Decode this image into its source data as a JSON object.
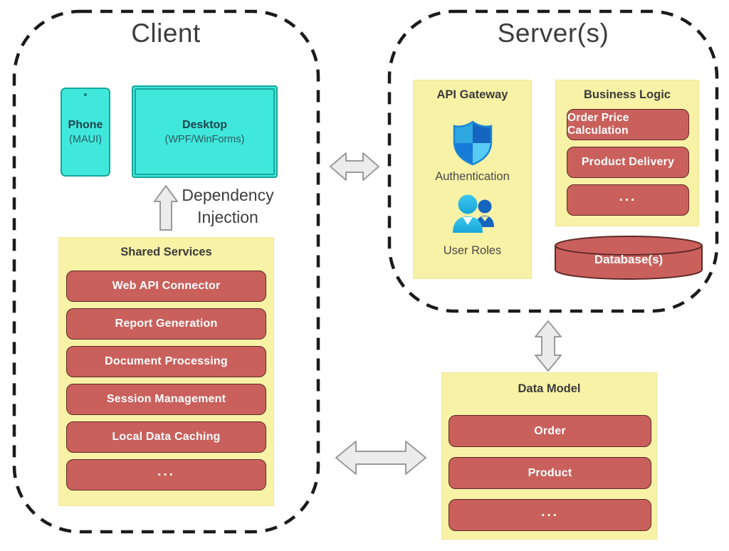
{
  "client": {
    "title": "Client",
    "phone": {
      "label": "Phone",
      "sublabel": "(MAUI)"
    },
    "desktop": {
      "label": "Desktop",
      "sublabel": "(WPF/WinForms)"
    },
    "dependency_injection": {
      "line1": "Dependency",
      "line2": "Injection"
    },
    "shared_services": {
      "title": "Shared Services",
      "items": [
        "Web API Connector",
        "Report Generation",
        "Document Processing",
        "Session Management",
        "Local Data Caching",
        "..."
      ]
    }
  },
  "server": {
    "title": "Server(s)",
    "api_gateway": {
      "title": "API Gateway",
      "authentication_label": "Authentication",
      "user_roles_label": "User Roles",
      "icons": {
        "authentication": "shield-icon",
        "user_roles": "users-icon"
      }
    },
    "business_logic": {
      "title": "Business Logic",
      "items": [
        "Order Price Calculation",
        "Product Delivery",
        "..."
      ]
    },
    "database": {
      "label": "Database(s)"
    }
  },
  "data_model": {
    "title": "Data Model",
    "items": [
      "Order",
      "Product",
      "..."
    ]
  },
  "connections": {
    "client_server": "double-arrow-icon",
    "server_datamodel": "double-arrow-icon",
    "client_datamodel": "double-arrow-icon",
    "dependency": "up-arrow-icon"
  },
  "colors": {
    "panel_yellow": "#f8f2a6",
    "item_red": "#c9605c",
    "item_red_border": "#5e2a28",
    "device_cyan": "#40e8dc",
    "device_teal_border": "#16a79b",
    "arrow_fill": "#ececec",
    "arrow_border": "#9a9a9a",
    "dash_black": "#1b1b1b",
    "title_gray": "#3d3d3d",
    "shield_dark_blue": "#1565c0",
    "shield_light_blue": "#57cbf4",
    "user_front_blue": "#2fbde9",
    "user_back_blue": "#1565c0"
  }
}
